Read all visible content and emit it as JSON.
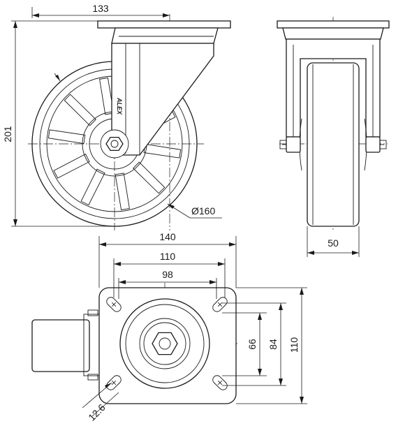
{
  "dimensions": {
    "swivel_offset": "133",
    "overall_height": "201",
    "wheel_diameter": "Ø160",
    "wheel_width": "50",
    "plate_width": "140",
    "plate_bolt_spacing_outer": "110",
    "plate_bolt_spacing_inner": "98",
    "hole_spacing_inner": "66",
    "hole_spacing_mid": "84",
    "plate_length": "110",
    "bolt_hole_size": "12.6"
  },
  "brand": {
    "logo_text": "ALEX"
  },
  "colors": {
    "line": "#1a1a1a",
    "background": "#ffffff"
  }
}
